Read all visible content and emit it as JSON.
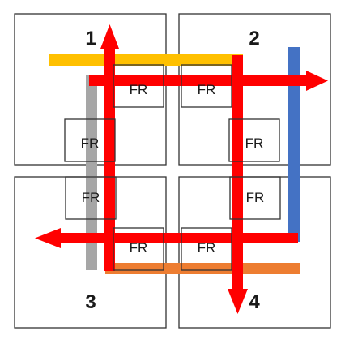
{
  "diagram": {
    "quadrants": [
      {
        "label": "1"
      },
      {
        "label": "2"
      },
      {
        "label": "3"
      },
      {
        "label": "4"
      }
    ],
    "fr_boxes": [
      {
        "label": "FR"
      },
      {
        "label": "FR"
      },
      {
        "label": "FR"
      },
      {
        "label": "FR"
      },
      {
        "label": "FR"
      },
      {
        "label": "FR"
      },
      {
        "label": "FR"
      },
      {
        "label": "FR"
      }
    ],
    "colors": {
      "route_red": "#ff0000",
      "bar_yellow": "#ffc000",
      "bar_blue": "#4472c4",
      "bar_gray": "#a6a6a6",
      "bar_orange": "#ed7d31",
      "outline": "#333333"
    }
  }
}
